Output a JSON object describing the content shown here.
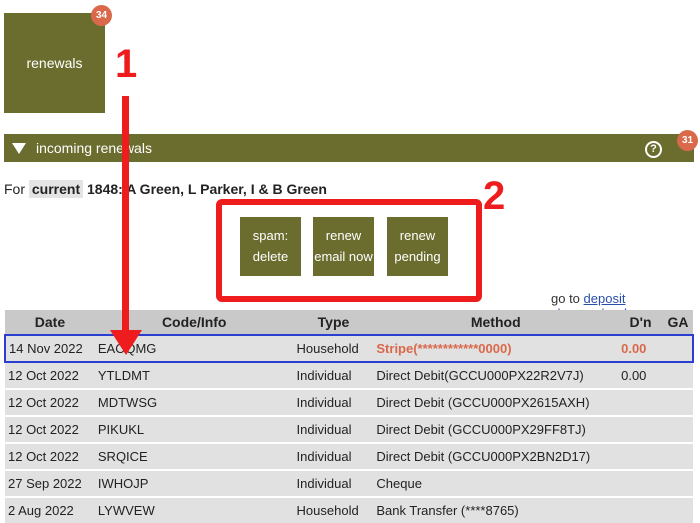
{
  "tile": {
    "label": "renewals",
    "badge": "34"
  },
  "bar": {
    "title": "incoming renewals",
    "help": "?",
    "badge": "31"
  },
  "forline": {
    "prefix": "For",
    "current": "current",
    "member": "1848: A Green, L Parker, I & B Green"
  },
  "actions": [
    {
      "line1": "spam:",
      "line2": "delete"
    },
    {
      "line1": "renew",
      "line2": "email now"
    },
    {
      "line1": "renew",
      "line2": "pending"
    }
  ],
  "annotations": {
    "n1": "1",
    "n2": "2"
  },
  "golink": {
    "prefix": "go to",
    "link": "deposit cheques/cash"
  },
  "table": {
    "headers": [
      "Date",
      "Code/Info",
      "Type",
      "Method",
      "D'n",
      "GA"
    ],
    "rows": [
      {
        "date": "14 Nov 2022",
        "code": "EAOQMG",
        "type": "Household",
        "method": "Stripe(************0000)",
        "dn": "0.00",
        "ga": ""
      },
      {
        "date": "12 Oct 2022",
        "code": "YTLDMT",
        "type": "Individual",
        "method": "Direct Debit(GCCU000PX22R2V7J)",
        "dn": "0.00",
        "ga": ""
      },
      {
        "date": "12 Oct 2022",
        "code": "MDTWSG",
        "type": "Individual",
        "method": "Direct Debit (GCCU000PX2615AXH)",
        "dn": "",
        "ga": ""
      },
      {
        "date": "12 Oct 2022",
        "code": "PIKUKL",
        "type": "Individual",
        "method": "Direct Debit (GCCU000PX29FF8TJ)",
        "dn": "",
        "ga": ""
      },
      {
        "date": "12 Oct 2022",
        "code": "SRQICE",
        "type": "Individual",
        "method": "Direct Debit (GCCU000PX2BN2D17)",
        "dn": "",
        "ga": ""
      },
      {
        "date": "27 Sep 2022",
        "code": "IWHOJP",
        "type": "Individual",
        "method": "Cheque",
        "dn": "",
        "ga": ""
      },
      {
        "date": "2 Aug 2022",
        "code": "LYWVEW",
        "type": "Household",
        "method": "Bank Transfer (****8765)",
        "dn": "",
        "ga": ""
      }
    ]
  },
  "colors": {
    "olive": "#6b6d2e",
    "badge": "#d9694a",
    "annotation": "#ee1c1c",
    "selection": "#2a3fcf"
  }
}
